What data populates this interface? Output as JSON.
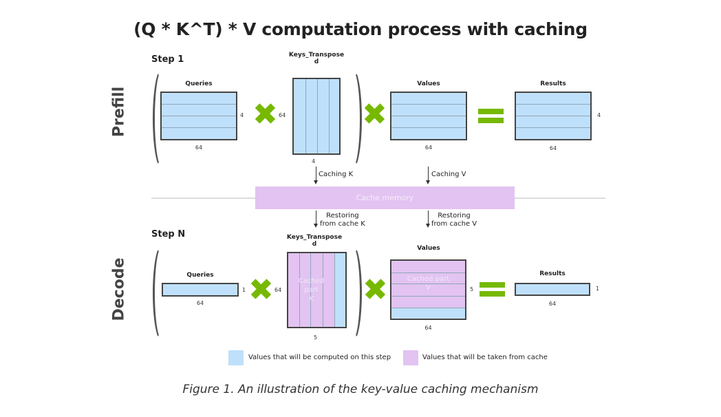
{
  "title": "(Q * K^T) * V computation process with caching",
  "colors": {
    "computed": "#bfe0fb",
    "cached": "#e2c3f1",
    "operator": "#76b900"
  },
  "prefill": {
    "phase_label": "Prefill",
    "step_label": "Step 1",
    "queries": {
      "label": "Queries",
      "rows": "4",
      "cols": "64"
    },
    "keys": {
      "label": "Keys_Transpose",
      "sublabel": "d",
      "rows": "64",
      "cols": "4"
    },
    "values": {
      "label": "Values",
      "cols": "64"
    },
    "results": {
      "label": "Results",
      "rows": "4",
      "cols": "64"
    }
  },
  "cache": {
    "label": "Cache memory",
    "caching_k": "Caching K",
    "caching_v": "Caching V",
    "restore_k": [
      "Restoring",
      "from cache K"
    ],
    "restore_v": [
      "Restoring",
      "from cache V"
    ]
  },
  "decode": {
    "phase_label": "Decode",
    "step_label": "Step N",
    "queries": {
      "label": "Queries",
      "rows": "1",
      "cols": "64"
    },
    "keys": {
      "label": "Keys_Transpose",
      "sublabel": "d",
      "rows": "64",
      "cols": "5",
      "cached_text": [
        "Cached",
        "part",
        "K"
      ]
    },
    "values": {
      "label": "Values",
      "rows": "5",
      "cols": "64",
      "cached_text": [
        "Cached part",
        "V"
      ]
    },
    "results": {
      "label": "Results",
      "rows": "1",
      "cols": "64"
    }
  },
  "legend": [
    {
      "label": "Values that will be computed on this step",
      "color": "#bfe0fb"
    },
    {
      "label": "Values that will be taken from cache",
      "color": "#e2c3f1"
    }
  ],
  "caption": "Figure 1. An illustration of the key-value caching mechanism"
}
